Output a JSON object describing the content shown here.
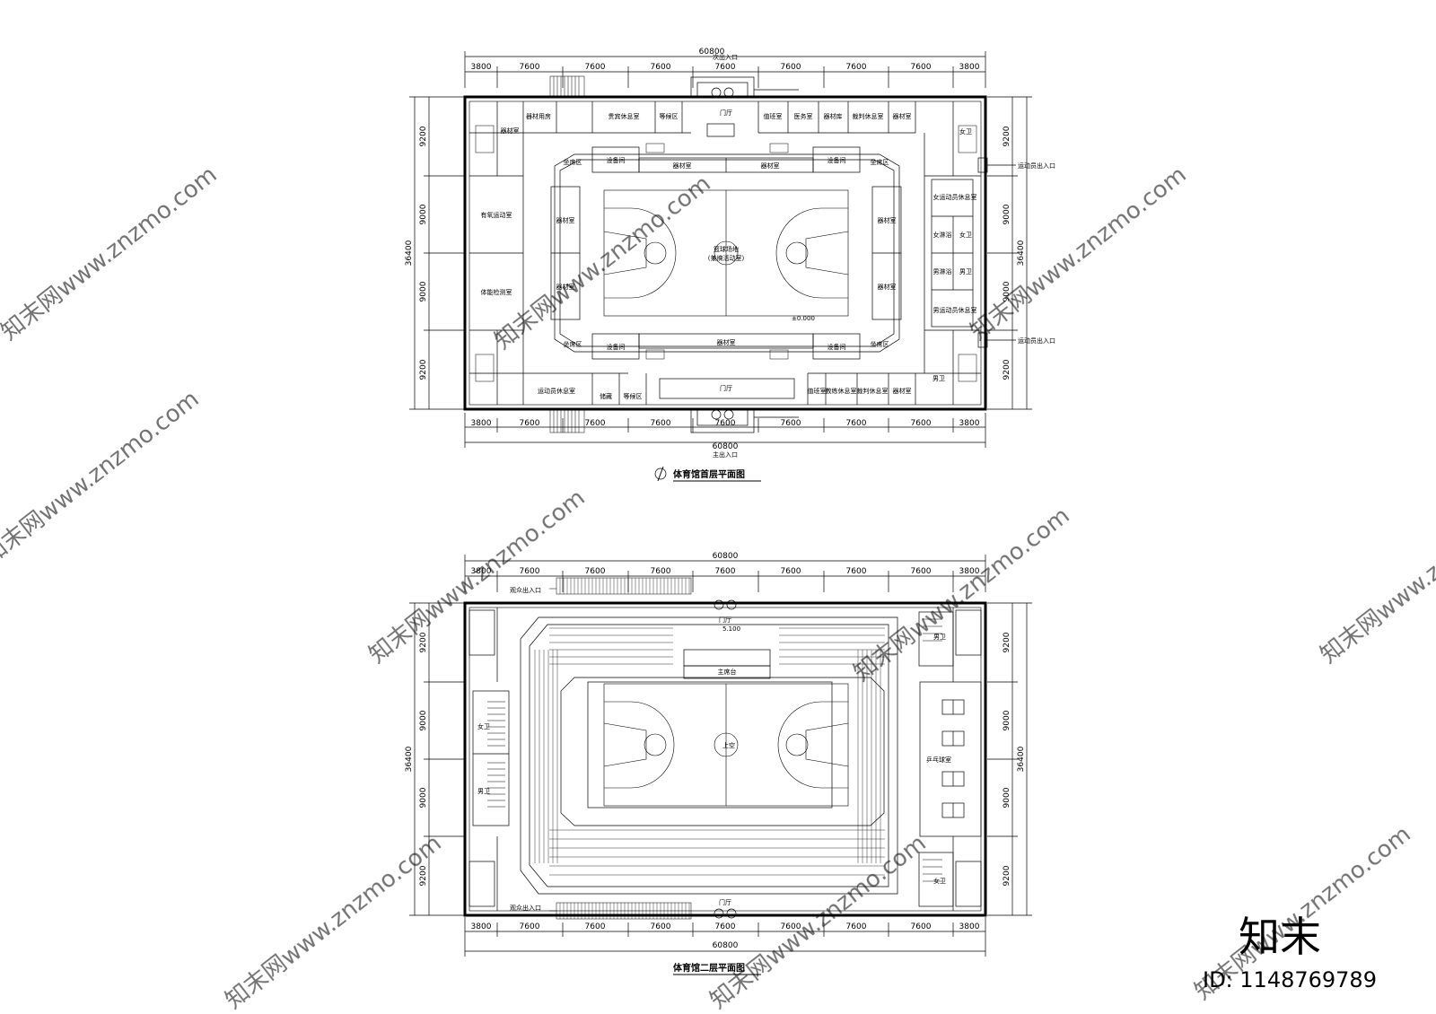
{
  "dimensions": {
    "total_width": "60800",
    "total_depth": "36400",
    "bays": [
      "3800",
      "7600",
      "7600",
      "7600",
      "7600",
      "7600",
      "7600",
      "7600",
      "3800"
    ],
    "rows": [
      "9200",
      "9000",
      "9000",
      "9200"
    ]
  },
  "floor1": {
    "title": "体育馆首层平面图",
    "north_entrance": "次出入口",
    "south_entrance": "主出入口",
    "athlete_entrance_top": "运动员出入口",
    "athlete_entrance_bottom": "运动员出入口",
    "court_label_1": "篮球场地",
    "court_label_2": "(兼搞活动室)",
    "rooms": {
      "lobby_top": "门厅",
      "lobby_bottom": "门厅",
      "r_top_1": "器材用房",
      "r_top_2": "贵宾休息室",
      "r_top_3": "等候区",
      "r_top_4": "值班室",
      "r_top_5": "医务室",
      "r_top_6": "器材库",
      "r_top_7": "裁判休息室",
      "r_top_8": "器材室",
      "left_1": "器材室",
      "left_2": "有氧运动室",
      "left_3": "体能检测室",
      "inner_left_1": "器材室",
      "inner_left_2": "器材室",
      "inner_right_1": "器材室",
      "inner_right_2": "器材室",
      "inner_top_1": "器材室",
      "inner_top_2": "器材室",
      "inner_bottom": "器材室",
      "equip_1": "设备间",
      "equip_2": "设备间",
      "equip_3": "设备间",
      "equip_4": "设备间",
      "seat_1": "坐席区",
      "seat_2": "坐席区",
      "seat_3": "坐席区",
      "seat_4": "坐席区",
      "right_1": "女运动员休息室",
      "right_2": "女淋浴",
      "right_3": "男淋浴",
      "right_4": "男运动员休息室",
      "wc_f_top": "女卫",
      "wc_f_top2": "女卫",
      "wc_m_top": "男卫",
      "wc_m_bottom": "男卫",
      "bot_1": "运动员休息室",
      "bot_2": "储藏",
      "bot_3": "等候区",
      "bot_4": "值班室",
      "bot_5": "教练休息室",
      "bot_6": "裁判休息室",
      "bot_7": "器材室",
      "level": "±0.000"
    }
  },
  "floor2": {
    "title": "体育馆二层平面图",
    "audience_top": "观众出入口",
    "audience_bottom": "观众出入口",
    "lobby_top": "门厅",
    "lobby_bottom": "门厅",
    "rostrum": "主席台",
    "void": "上空",
    "table_tennis": "乒乓球室",
    "wc_m_left": "男卫",
    "wc_f_left": "女卫",
    "wc_m_right": "男卫",
    "wc_f_right": "女卫",
    "level": "5.100"
  },
  "watermark": {
    "text": "知末网www.znzmo.com",
    "brand": "知末",
    "id": "ID: 1148769789"
  }
}
